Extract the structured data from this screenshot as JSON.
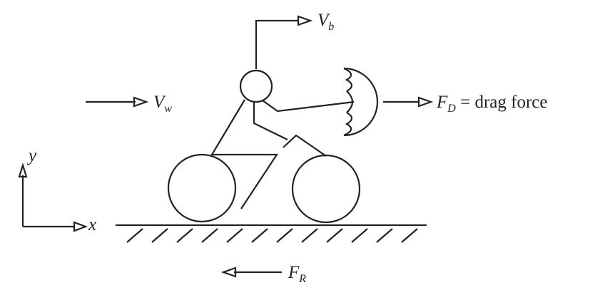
{
  "labels": {
    "vb": {
      "main": "V",
      "sub": "b"
    },
    "vw": {
      "main": "V",
      "sub": "w"
    },
    "fd": {
      "main": "F",
      "sub": "D",
      "text": "= drag force"
    },
    "fr": {
      "main": "F",
      "sub": "R"
    },
    "x": "x",
    "y": "y"
  },
  "colors": {
    "stroke": "#222222",
    "background": "#ffffff"
  }
}
